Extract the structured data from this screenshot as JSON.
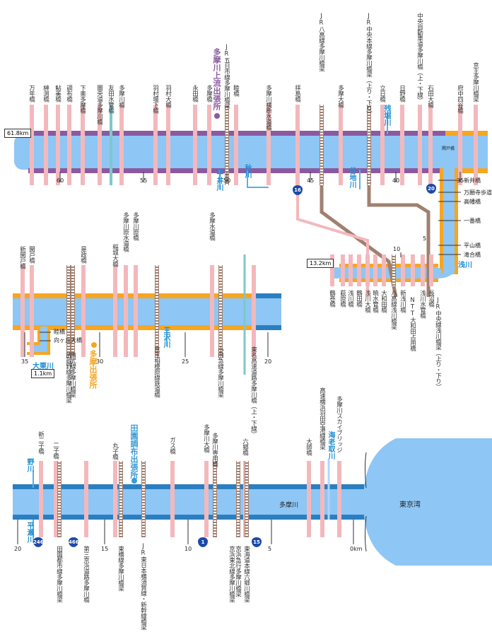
{
  "top": {
    "labels": [
      "万年橋",
      "榊渕橋",
      "鮎美橋",
      "調布橋",
      "下奥多摩橋",
      "圏央道多摩川橋",
      "友田水管橋",
      "多摩川橋",
      "羽村堰下橋",
      "羽村大橋",
      "永田橋",
      "多摩橋",
      "JR五日市線多摩川橋梁",
      "睦橋",
      "多摩川横断水道橋",
      "拝島橋",
      "JR八高線多摩川橋梁",
      "多摩大橋",
      "JR中央本線多摩川橋梁（上り・下り）",
      "立日橋",
      "日野橋",
      "中央自動車道多摩川橋（上・下線）",
      "石田大橋",
      "府中四谷橋",
      "京王多摩川橋梁"
    ],
    "office": "多摩川上流出張所",
    "km_box": "61.8km",
    "km_ticks": [
      "60",
      "55",
      "50",
      "45",
      "40",
      "35"
    ],
    "rivers": {
      "hirai": "平井川",
      "akigawa": "秋川",
      "yachi": "谷地川",
      "zanbori": "残堀川",
      "asakawa": "浅川"
    },
    "route_16": "16",
    "route_20": "20",
    "sekido": "関戸橋",
    "asakawa_bridges": [
      "新井橋",
      "万願寺歩道橋",
      "高幡橋",
      "一番橋",
      "平山橋",
      "滝合橋"
    ],
    "asakawa_km": "13.2km",
    "asakawa_bottom": [
      "鶴巻橋",
      "萩原橋",
      "浅川橋",
      "鶴田橋",
      "浅川大橋",
      "暁水管橋",
      "大和田橋",
      "八高線浅川橋梁",
      "新浅川橋",
      "NTT大和田占用橋",
      "浅川水管橋",
      "長沼橋",
      "JR中央線浅川橋梁（上り・下り）"
    ],
    "asakawa_ticks": [
      "10",
      "5"
    ]
  },
  "mid": {
    "labels": [
      "新関戸橋",
      "関戸橋",
      "是政橋",
      "南武線多摩川橋梁",
      "武蔵野線多摩川橋梁",
      "稲城大橋",
      "多摩川原水道橋",
      "多摩川原橋",
      "京王相模原線鉄道橋",
      "多摩水道橋",
      "小田急線多摩川橋梁",
      "東名高速道路多摩川橋（上・下線）"
    ],
    "office": "多摩出張所",
    "river_oguri": "大栗川",
    "river_mitsuzawa": "三沢川",
    "oguri_bridges": [
      "睦橋",
      "向ヶ丘大橋"
    ],
    "oguri_km": "1.1km",
    "km_ticks": [
      "35",
      "30",
      "25",
      "20"
    ]
  },
  "bottom": {
    "labels": [
      "新二子橋",
      "二子橋",
      "田園都市線多摩川橋梁",
      "第三京浜道路多摩川橋",
      "丸子橋",
      "東横線多摩川橋梁",
      "JR東日本横須賀線・新幹線橋梁",
      "ガス橋",
      "多摩川大橋",
      "多摩川専用橋",
      "六郷橋",
      "京浜急行多摩川橋梁",
      "東海道本線六郷川橋梁",
      "京浜東北線多摩川橋梁",
      "大師橋",
      "高速横浜羽田空港線橋梁",
      "多摩川スカイブリッジ"
    ],
    "office": "田園調布出張所",
    "river_name": "多摩川",
    "bay": "東京湾",
    "rivers": {
      "nogawa": "野川",
      "hirase": "平瀬川",
      "ebitori": "海老取川"
    },
    "routes": [
      "246",
      "466",
      "1",
      "15"
    ],
    "km_ticks": [
      "20",
      "15",
      "10",
      "5",
      "0km"
    ]
  },
  "colors": {
    "river": "#8ec6f5",
    "levee_purple": "#8a5aa0",
    "levee_orange": "#f5a623",
    "levee_blue": "#2b7fc0",
    "road": "#f3b8bc",
    "rail": "#a08070",
    "water_pipe": "#7ec8c8",
    "tributary": "#5aaee8"
  }
}
